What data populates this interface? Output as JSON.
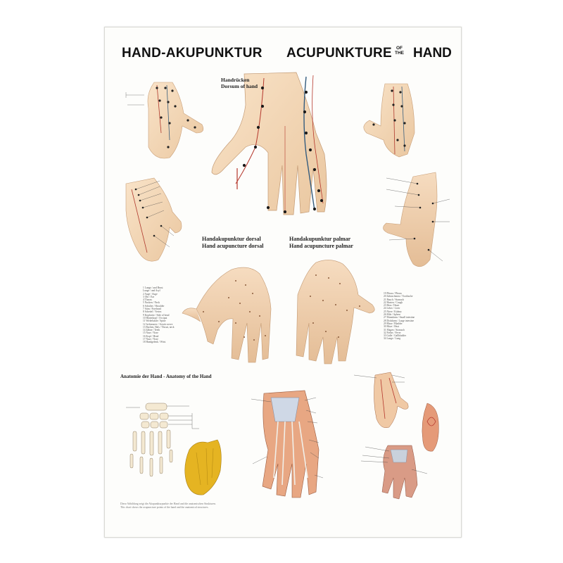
{
  "title": {
    "german": "HAND-AKUPUNKTUR",
    "english": "ACUPUNKTURE",
    "of": "OF",
    "the": "THE",
    "hand": "HAND"
  },
  "dorsum_label": {
    "line1": "Handrücken",
    "line2": "Dorsum of hand"
  },
  "dorsal_label": {
    "line1": "Handakupunktur dorsal",
    "line2": "Hand acupuncture dorsal"
  },
  "palmar_label": {
    "line1": "Handakupunktur palmar",
    "line2": "Hand acupuncture palmar"
  },
  "anatomy_label": "Anatomie der Hand - Anatomy of the Hand",
  "left_legend": [
    "1 Lunge / and Brust",
    "  Lunge / and Asyl",
    "2 Auge / Auge",
    "3 Ohr / Ear",
    "4 Thorax",
    "5 Nacken / Neck",
    "6 Schulter / Shoulder",
    "7 Stirn / Forehead",
    "8 Scheitel / Vertex",
    "9 Kopfseite / Side of head",
    "10 Hinterkopf / Occiput",
    "11 Wirbelsäule / Spine",
    "12 Ischiasnerv / Sciatic nerve",
    "13 Rachen, Hals / Throat, neck",
    "14 Zähne / Teeth",
    "15 Nase / Nose",
    "16 Kopf / Head",
    "17 Nase / Nose",
    "18 Handgelenk / Wrist"
  ],
  "right_legend": [
    "19 Pleura / Pleura",
    "20 Zahnschmerz / Toothache",
    "21 Bauch / Stomach",
    "22 Husten / Cough",
    "23 Herz / Heart",
    "24 Leber / Liver",
    "25 Niere / Kidney",
    "26 Milz / Spleen",
    "27 Dünndarm / Small intestine",
    "28 Dickdarm / Large intestine",
    "29 Blase / Bladder",
    "30 Hitze / Heat",
    "31 Magen / Stomach",
    "32 Fieber / Fever",
    "33 Galle / Gallbladder",
    "34 Lunge / Lung"
  ],
  "footnote": [
    "Diese Abbildung zeigt die Akupunkturpunkte der Hand und die anatomischen Strukturen.",
    "This chart shows the acupuncture points of the hand and the anatomical structures."
  ]
}
